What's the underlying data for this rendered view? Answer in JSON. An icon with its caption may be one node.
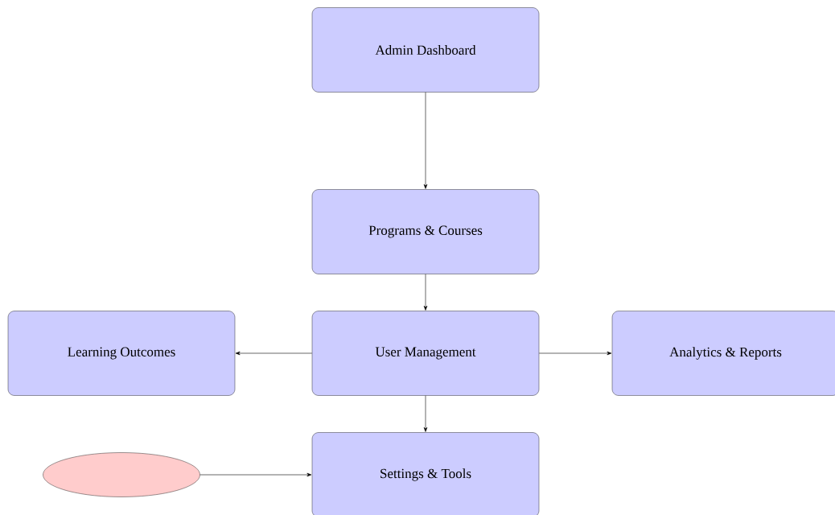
{
  "diagram": {
    "nodes": [
      {
        "text": [
          "Admin Dashboard"
        ]
      },
      {
        "text": [
          "Programs & Courses"
        ]
      },
      {
        "text": [
          "Learning Outcomes"
        ]
      },
      {
        "text": [
          "User Management"
        ]
      },
      {
        "text": [
          "Analytics & Reports"
        ]
      },
      {
        "text": [],
        "shape": "ellipse"
      },
      {
        "text": [
          "Settings & Tools"
        ]
      }
    ],
    "edges": [
      {
        "from": 0,
        "to": 1,
        "arrow": "to"
      },
      {
        "from": 1,
        "to": 3,
        "arrow": "to"
      },
      {
        "from": 3,
        "to": 2,
        "arrow": "to"
      },
      {
        "from": 3,
        "to": 4,
        "arrow": "to"
      },
      {
        "from": 3,
        "to": 6,
        "arrow": "to"
      },
      {
        "from": 5,
        "to": 6,
        "arrow": "to"
      }
    ]
  }
}
